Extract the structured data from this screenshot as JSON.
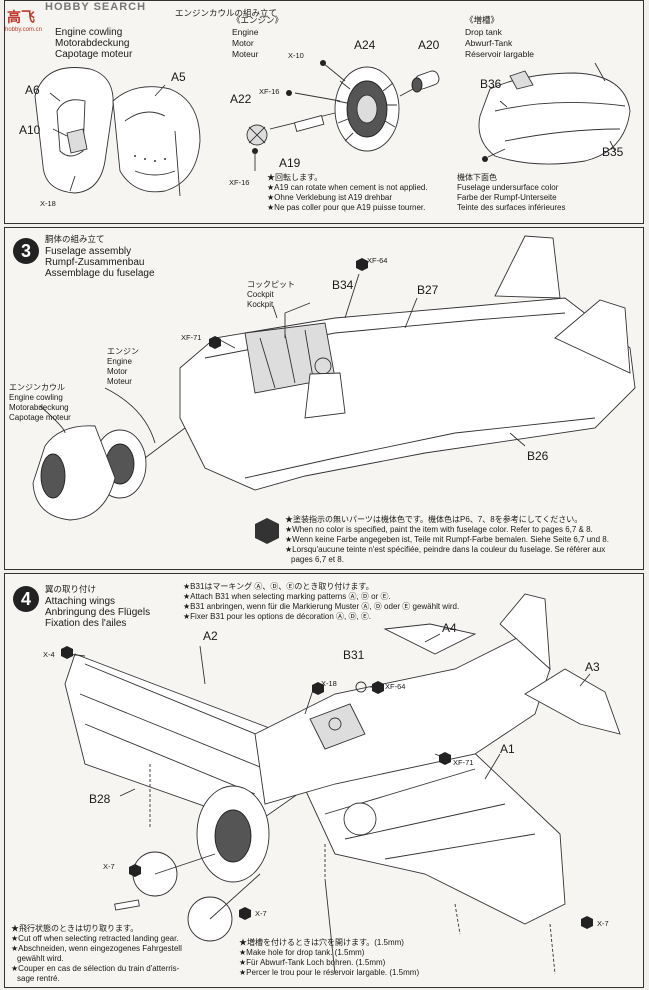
{
  "watermark": {
    "logo_cn": "高飞",
    "logo_en": "HOBBY SEARCH",
    "url": "hobby.com.cn"
  },
  "step2": {
    "title_jp": "エンジンカウルの組み立て",
    "title_en": "Engine cowling",
    "title_de": "Motorabdeckung",
    "title_fr": "Capotage moteur",
    "engine": {
      "jp": "《エンジン》",
      "en": "Engine",
      "de": "Motor",
      "fr": "Moteur"
    },
    "drop_tank": {
      "jp": "《増槽》",
      "en": "Drop tank",
      "de": "Abwurf-Tank",
      "fr": "Réservoir largable"
    },
    "parts": {
      "a6": "A6",
      "a5": "A5",
      "a10": "A10",
      "x18": "X-18",
      "a22": "A22",
      "x10": "X-10",
      "xf16a": "XF-16",
      "a24": "A24",
      "a20": "A20",
      "a19": "A19",
      "xf16b": "XF-16",
      "b36": "B36",
      "b35": "B35"
    },
    "rotate_note": [
      "★回転します。",
      "★A19 can rotate when cement is not applied.",
      "★Ohne Verklebung ist A19 drehbar",
      "★Ne pas coller pour que A19 puisse tourner."
    ],
    "under_color": [
      "機体下面色",
      "Fuselage undersurface color",
      "Farbe der Rumpf-Unterseite",
      "Teinte des surfaces inférieures"
    ]
  },
  "step3": {
    "num": "3",
    "title_jp": "胴体の組み立て",
    "title_en": "Fuselage assembly",
    "title_de": "Rumpf-Zusammenbau",
    "title_fr": "Assemblage du fuselage",
    "parts": {
      "xf64": "XF-64",
      "b34": "B34",
      "b27": "B27",
      "xf71": "XF-71",
      "b26": "B26"
    },
    "cockpit": [
      "コックピット",
      "Cockpit",
      "Kockpit"
    ],
    "engine": [
      "エンジン",
      "Engine",
      "Motor",
      "Moteur"
    ],
    "cowling": [
      "エンジンカウル",
      "Engine cowling",
      "Motorabdeckung",
      "Capotage moteur"
    ],
    "color_note": [
      "★塗装指示の無いパーツは機体色です。機体色はP6、7、8を参考にしてください。",
      "★When no color is specified, paint the item with fuselage color. Refer to pages 6,7 & 8.",
      "★Wenn keine Farbe angegeben ist, Teile mit Rumpf-Farbe bemalen. Siehe Seite 6,7 und 8.",
      "★Lorsqu'aucune teinte n'est spécifiée, peindre dans la couleur du fuselage. Se référer aux",
      "pages 6,7 et 8."
    ]
  },
  "step4": {
    "num": "4",
    "title_jp": "翼の取り付け",
    "title_en": "Attaching wings",
    "title_de": "Anbringung des Flügels",
    "title_fr": "Fixation des l'ailes",
    "marking_note": [
      "★B31はマーキング Ⓐ、Ⓓ、Ⓔのとき取り付けます。",
      "★Attach B31 when selecting marking patterns Ⓐ, Ⓓ or Ⓔ.",
      "★B31 anbringen, wenn für die Markierung Muster Ⓐ, Ⓓ oder Ⓔ gewählt wird.",
      "★Fixer B31 pour les options de décoration Ⓐ, Ⓓ, Ⓔ."
    ],
    "parts": {
      "x4": "X-4",
      "a2": "A2",
      "b31": "B31",
      "a4": "A4",
      "a3": "A3",
      "x18": "X-18",
      "xf64": "XF-64",
      "xf71": "XF-71",
      "a1": "A1",
      "b28": "B28",
      "x7a": "X-7",
      "x7b": "X-7",
      "x7c": "X-7"
    },
    "gear_note": [
      "★飛行状態のときは切り取ります。",
      "★Cut off when selecting retracted landing gear.",
      "★Abschneiden, wenn eingezogenes Fahrgestell",
      "gewählt wird.",
      "★Couper en cas de sélection du train d'atterris-",
      "sage rentré."
    ],
    "tank_note": [
      "★増槽を付けるときは穴を開けます。(1.5mm)",
      "★Make hole for drop tank. (1.5mm)",
      "★Für Abwurf-Tank Loch bohren. (1.5mm)",
      "★Percer le trou pour le réservoir largable. (1.5mm)"
    ]
  }
}
